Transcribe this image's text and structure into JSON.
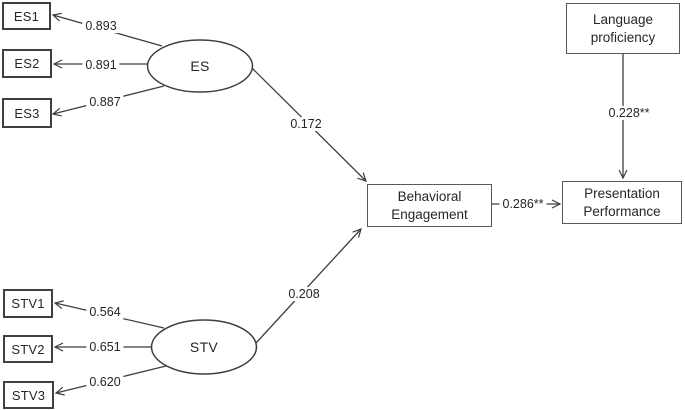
{
  "model": {
    "latents": {
      "es": {
        "label": "ES"
      },
      "stv": {
        "label": "STV"
      }
    },
    "indicators": [
      {
        "label": "ES1",
        "loading": "0.893"
      },
      {
        "label": "ES2",
        "loading": "0.891"
      },
      {
        "label": "ES3",
        "loading": "0.887"
      },
      {
        "label": "STV1",
        "loading": "0.564"
      },
      {
        "label": "STV2",
        "loading": "0.651"
      },
      {
        "label": "STV3",
        "loading": "0.620"
      }
    ],
    "nodes": {
      "behavioral_engagement": {
        "label": "Behavioral Engagement"
      },
      "presentation_performance": {
        "label": "Presentation Performance"
      },
      "language_proficiency": {
        "label": "Language proficiency"
      }
    },
    "paths": {
      "es_to_be": {
        "coefficient": "0.172"
      },
      "stv_to_be": {
        "coefficient": "0.208"
      },
      "be_to_pp": {
        "coefficient": "0.286**"
      },
      "lp_to_pp": {
        "coefficient": "0.228**"
      }
    },
    "colors": {
      "stroke": "#3f3f3f",
      "text": "#262626",
      "background": "#ffffff"
    }
  }
}
